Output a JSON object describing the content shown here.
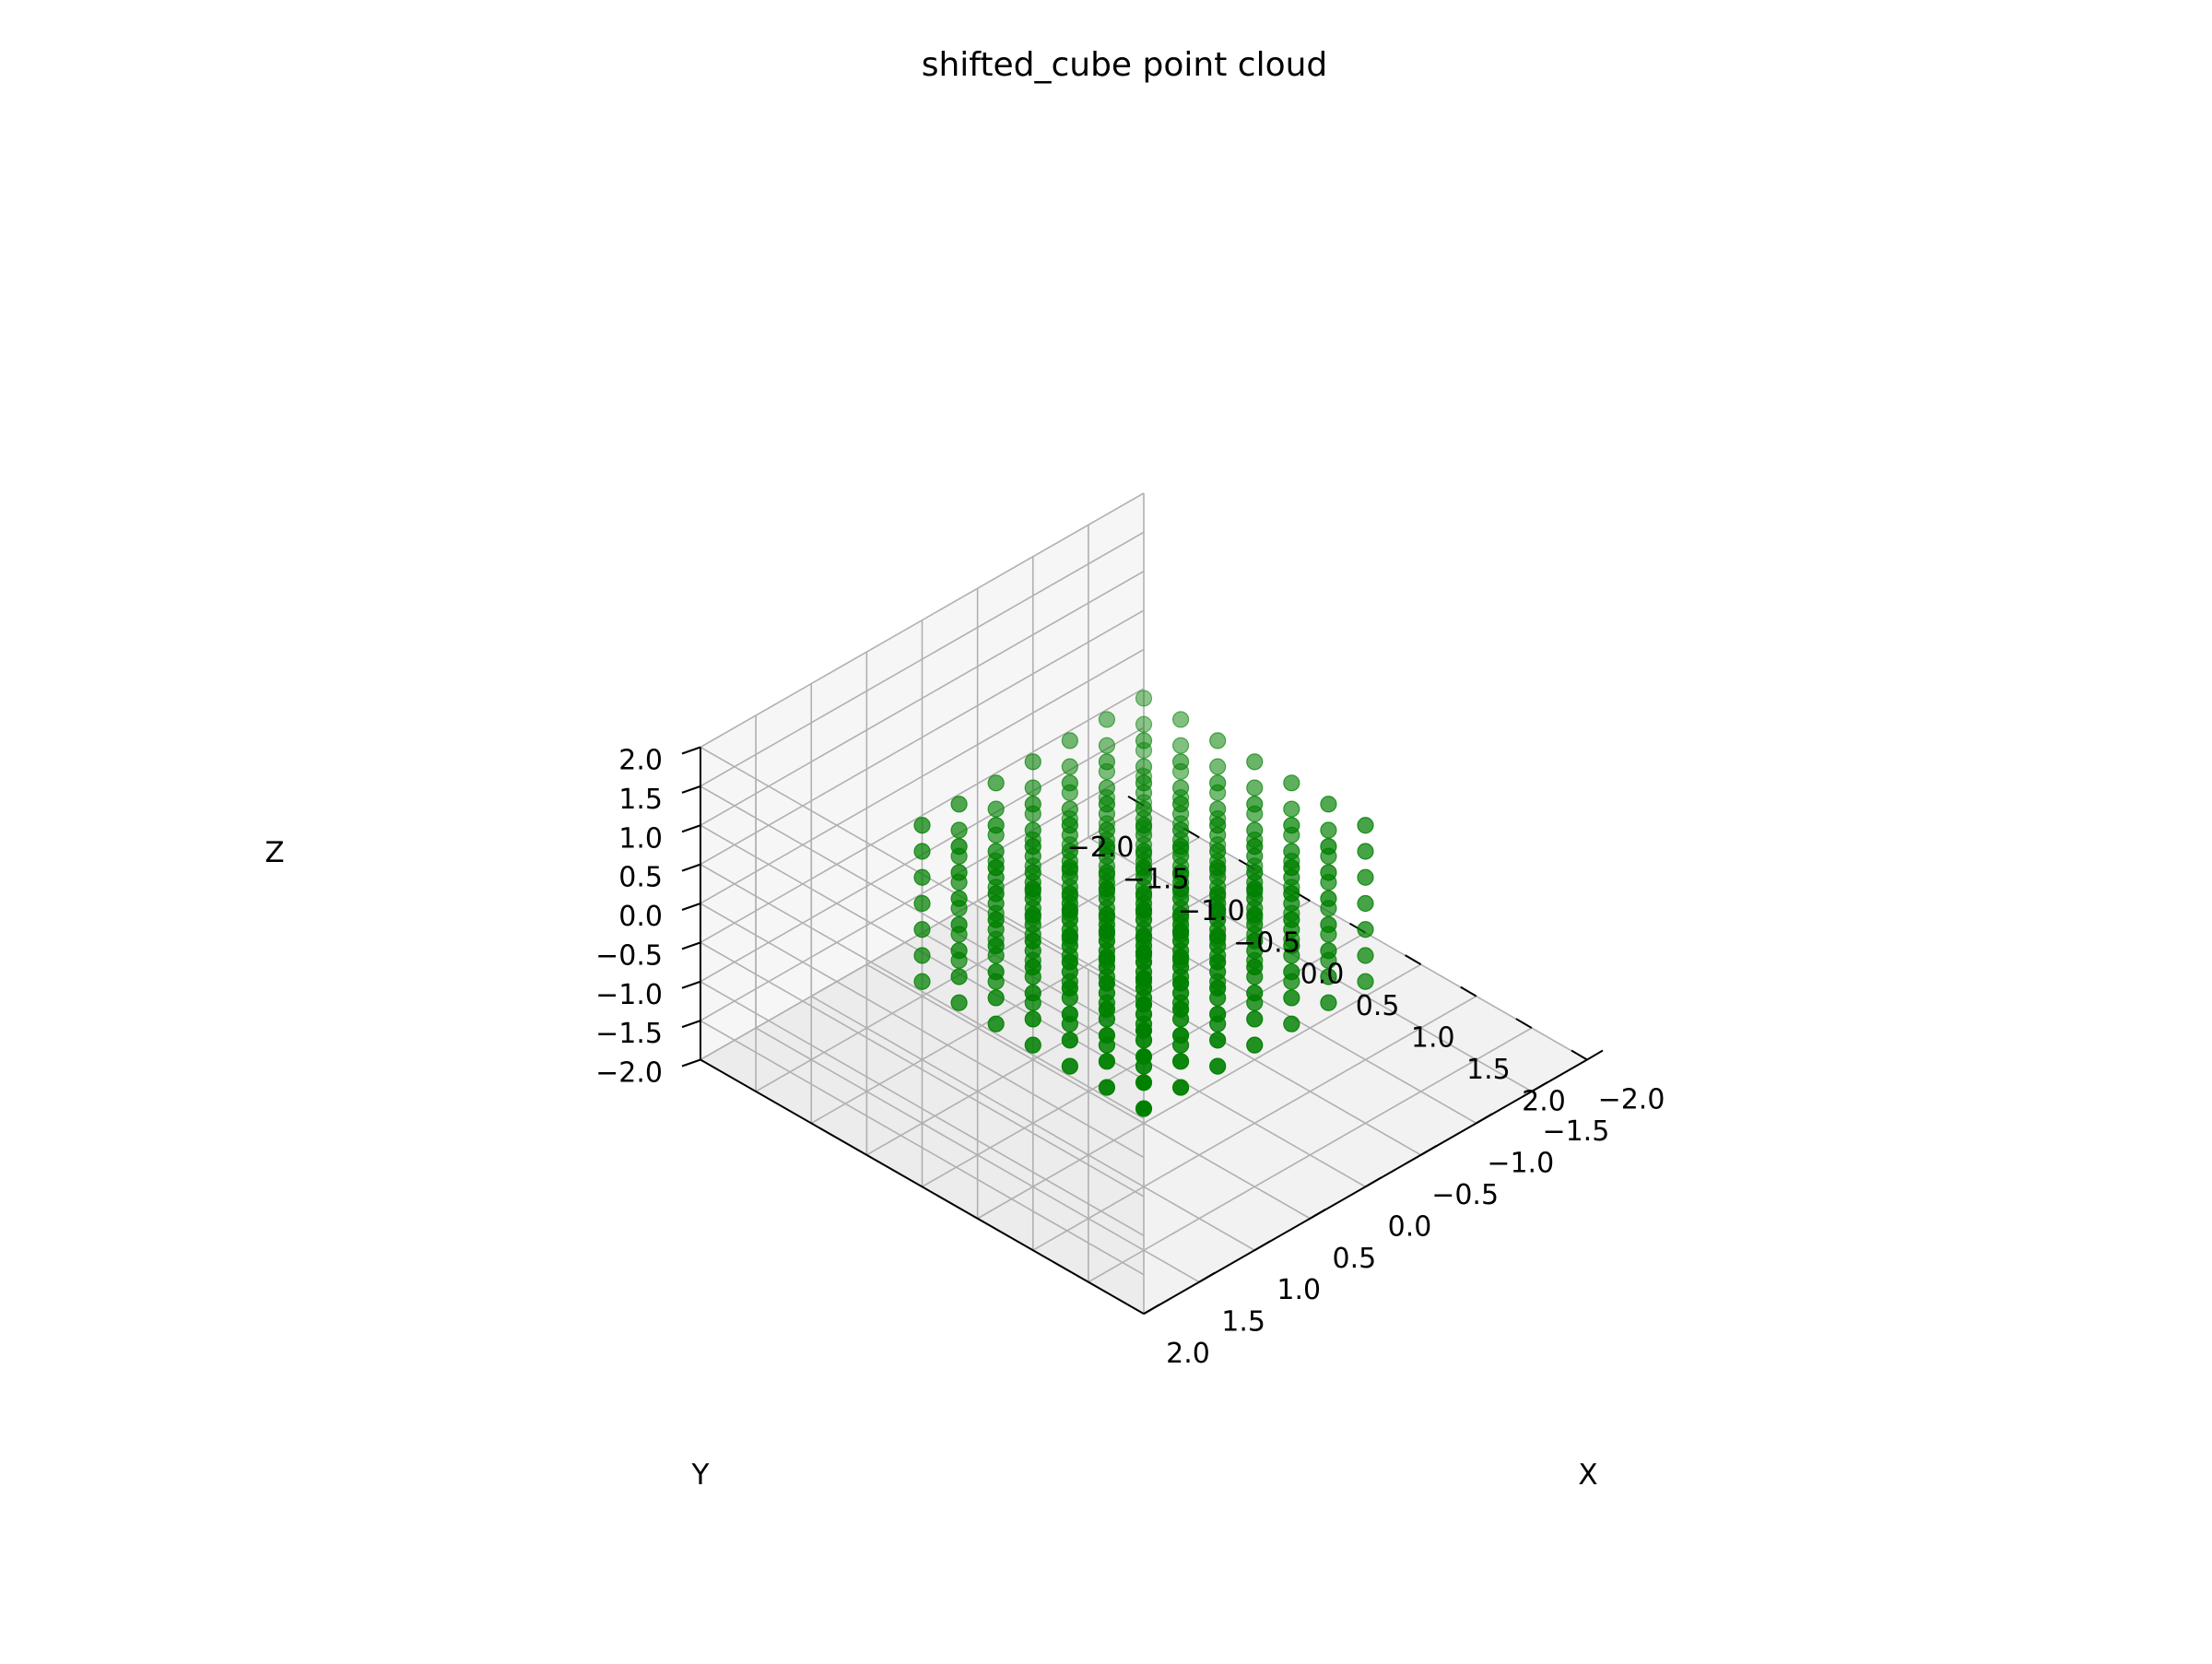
{
  "chart_data": {
    "type": "scatter",
    "title": "shifted_cube point cloud",
    "xlabel": "X",
    "ylabel": "Y",
    "zlabel": "Z",
    "xlim": [
      -2.0,
      2.0
    ],
    "ylim": [
      -2.0,
      2.0
    ],
    "zlim": [
      -2.0,
      2.0
    ],
    "ticks": {
      "x": [
        "−2.0",
        "−1.5",
        "−1.0",
        "−0.5",
        "0.0",
        "0.5",
        "1.0",
        "1.5",
        "2.0"
      ],
      "y": [
        "−2.0",
        "−1.5",
        "−1.0",
        "−0.5",
        "0.0",
        "0.5",
        "1.0",
        "1.5",
        "2.0"
      ],
      "z": [
        "−2.0",
        "−1.5",
        "−1.0",
        "−0.5",
        "0.0",
        "0.5",
        "1.0",
        "1.5",
        "2.0"
      ]
    },
    "grid": true,
    "point_color": "#008000",
    "point_cloud": {
      "description_shape": "cube grid",
      "x_range": [
        -1.0,
        1.0
      ],
      "y_range": [
        -1.0,
        1.0
      ],
      "z_range": [
        -1.0,
        1.0
      ],
      "points_per_axis": 7
    }
  }
}
